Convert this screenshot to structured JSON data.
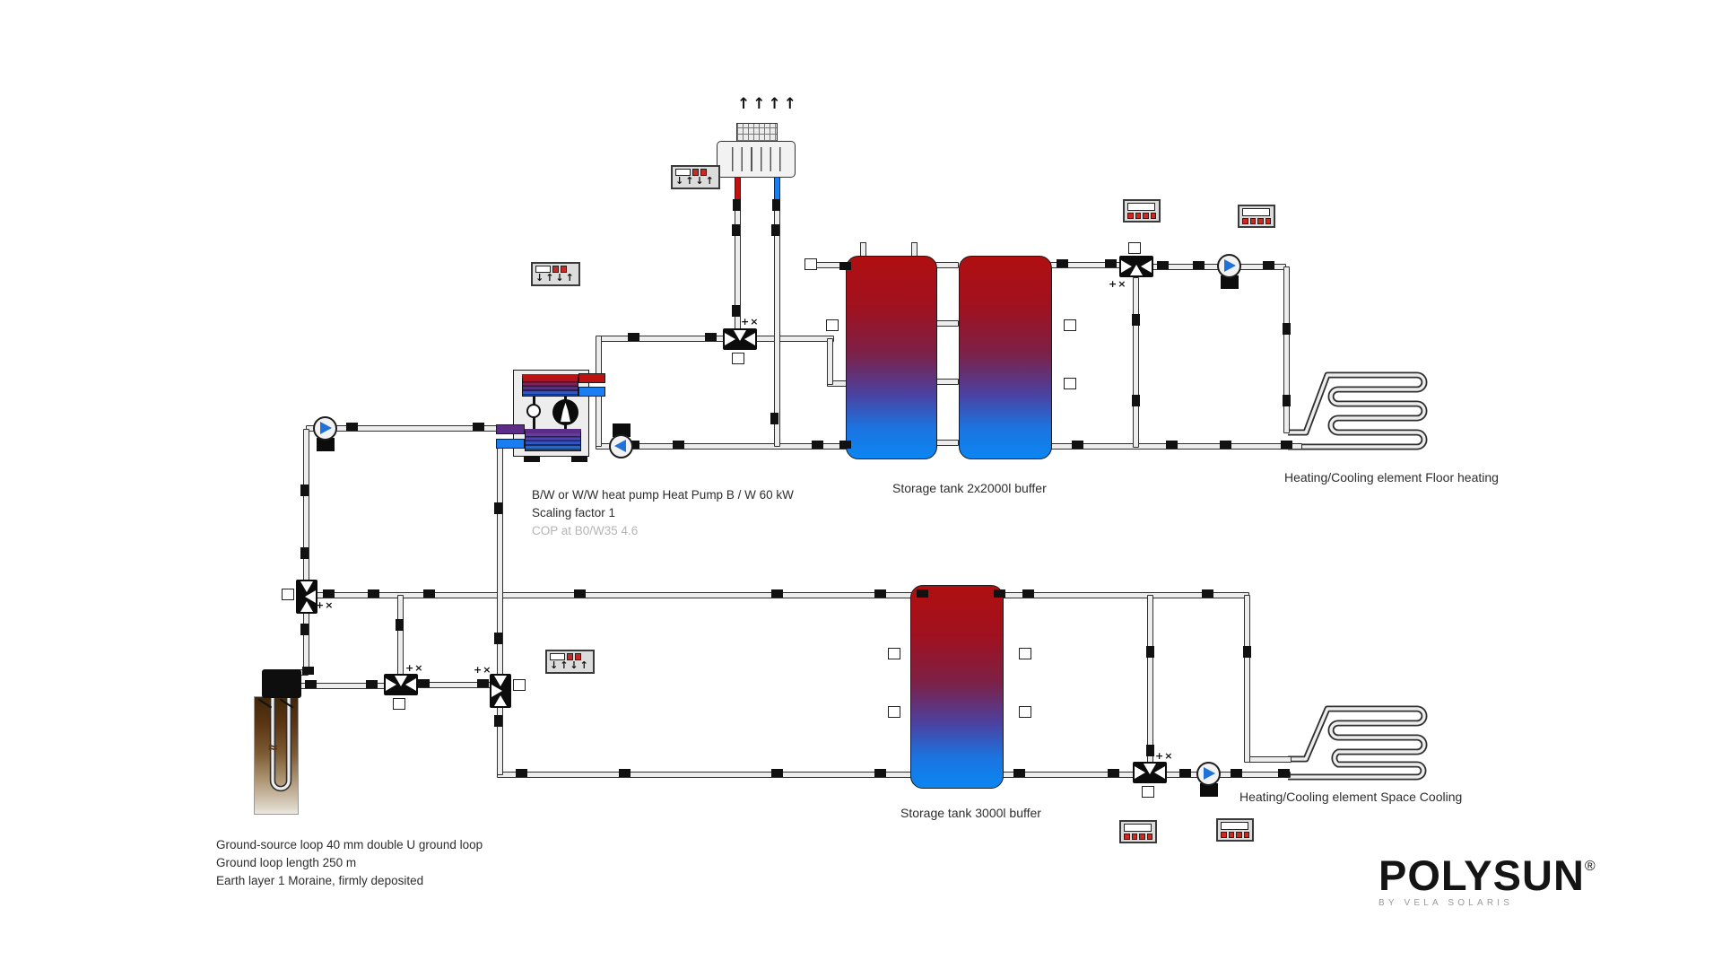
{
  "labels": {
    "heat_pump": {
      "line1": "B/W or W/W heat pump Heat Pump B / W 60 kW",
      "line2": "Scaling factor 1",
      "line3": "COP at B0/W35 4.6"
    },
    "ground_loop": {
      "line1": "Ground-source loop 40 mm double U ground loop",
      "line2": "Ground loop length 250 m",
      "line3": "Earth layer 1 Moraine, firmly deposited"
    },
    "storage_tank_2x2000": "Storage tank 2x2000l buffer",
    "storage_tank_3000": "Storage tank 3000l buffer",
    "floor_heating": "Heating/Cooling element Floor heating",
    "space_cooling": "Heating/Cooling element Space Cooling"
  },
  "logo": {
    "name": "POLYSUN",
    "registered": "®",
    "tagline": "BY VELA SOLARIS"
  },
  "glyphs": {
    "controller_arrows": "↓↑↓↑",
    "valve_marks": "+×",
    "recooler_arrows": "↑↑↑↑",
    "pipe_break": "≈"
  },
  "colors": {
    "hot_red": "#b30f10",
    "cold_blue": "#0d86f2",
    "pump_blue": "#1f72d8",
    "condenser_red": "#c01111",
    "evaporator_purple": "#5c2d86",
    "earth_brown": "#5a3413",
    "controller_red": "#cc2a21",
    "pipe_fill": "#ededed"
  }
}
